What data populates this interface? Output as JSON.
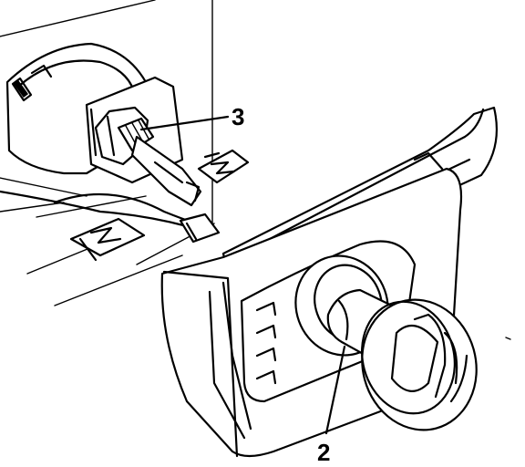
{
  "diagram": {
    "callouts": [
      {
        "id": "callout-3",
        "label": "3"
      },
      {
        "id": "callout-2",
        "label": "2"
      }
    ],
    "colors": {
      "line": "#000000",
      "background": "#ffffff"
    }
  }
}
